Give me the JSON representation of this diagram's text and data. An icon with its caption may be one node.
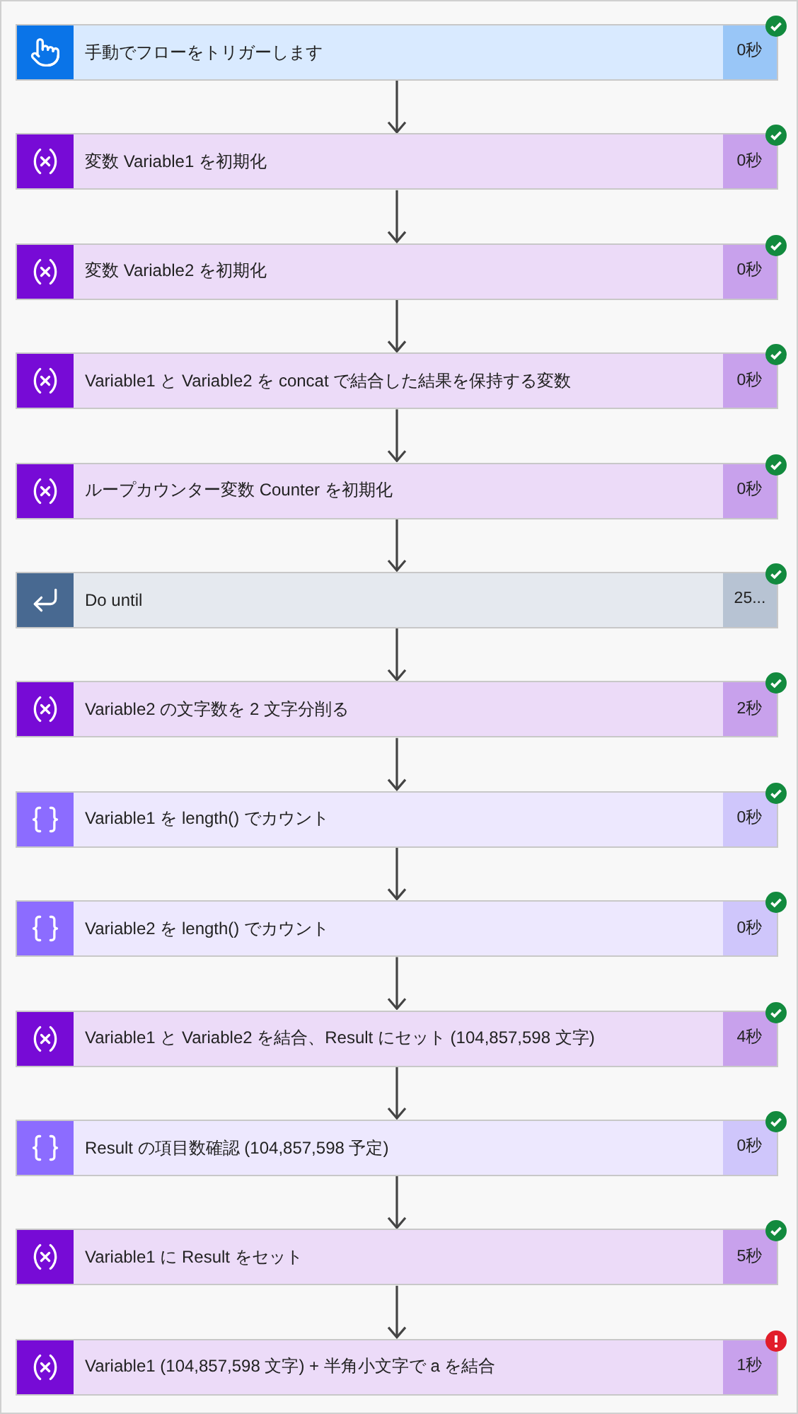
{
  "diagram": {
    "nodes": [
      {
        "text": [
          "手動でフローをトリガーします",
          "0秒"
        ]
      },
      {
        "text": [
          "変数 Variable1 を初期化",
          "0秒"
        ]
      },
      {
        "text": [
          "変数 Variable2 を初期化",
          "0秒"
        ]
      },
      {
        "text": [
          "Variable1 と Variable2 を concat で結合した結果を保持する変数",
          "0秒"
        ]
      },
      {
        "text": [
          "ループカウンター変数 Counter を初期化",
          "0秒"
        ]
      },
      {
        "text": [
          "Do until",
          "25..."
        ]
      },
      {
        "text": [
          "Variable2 の文字数を 2 文字分削る",
          "2秒"
        ]
      },
      {
        "text": [
          "Variable1 を length() でカウント",
          "0秒"
        ]
      },
      {
        "text": [
          "Variable2 を length() でカウント",
          "0秒"
        ]
      },
      {
        "text": [
          "Variable1 と Variable2 を結合、Result にセット (104,857,598 文字)",
          "4秒"
        ]
      },
      {
        "text": [
          "Result の項目数確認 (104,857,598 予定)",
          "0秒"
        ]
      },
      {
        "text": [
          "Variable1 に Result をセット",
          "5秒"
        ]
      },
      {
        "text": [
          "Variable1 (104,857,598 文字) + 半角小文字で a を結合",
          "1秒"
        ]
      }
    ],
    "edges": [
      {
        "from": 0,
        "to": 1,
        "arrow": "to"
      },
      {
        "from": 1,
        "to": 2,
        "arrow": "to"
      },
      {
        "from": 2,
        "to": 3,
        "arrow": "to"
      },
      {
        "from": 3,
        "to": 4,
        "arrow": "to"
      },
      {
        "from": 4,
        "to": 5,
        "arrow": "to"
      },
      {
        "from": 5,
        "to": 6,
        "arrow": "to"
      },
      {
        "from": 6,
        "to": 7,
        "arrow": "to"
      },
      {
        "from": 7,
        "to": 8,
        "arrow": "to"
      },
      {
        "from": 8,
        "to": 9,
        "arrow": "to"
      },
      {
        "from": 9,
        "to": 10,
        "arrow": "to"
      },
      {
        "from": 10,
        "to": 11,
        "arrow": "to"
      },
      {
        "from": 11,
        "to": 12,
        "arrow": "to"
      }
    ]
  }
}
